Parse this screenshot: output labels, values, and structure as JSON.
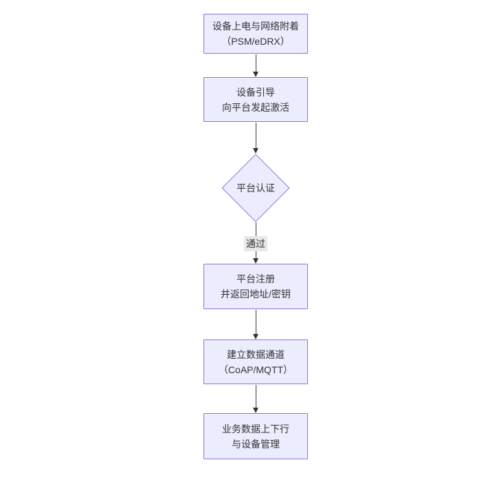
{
  "diagram": {
    "type": "flowchart-vertical",
    "colors": {
      "node_fill": "#ECECFF",
      "node_border": "#9370DB",
      "edge": "#333333",
      "text": "#333333",
      "edge_label_bg": "#e8e8e8",
      "background": "#ffffff"
    },
    "nodes": [
      {
        "id": "power-attach",
        "shape": "rect",
        "lines": [
          "设备上电与网络附着",
          "（PSM/eDRX）"
        ]
      },
      {
        "id": "bootstrap",
        "shape": "rect",
        "lines": [
          "设备引导",
          "向平台发起激活"
        ]
      },
      {
        "id": "auth",
        "shape": "diamond",
        "lines": [
          "平台认证"
        ]
      },
      {
        "id": "register",
        "shape": "rect",
        "lines": [
          "平台注册",
          "并返回地址/密钥"
        ]
      },
      {
        "id": "data-channel",
        "shape": "rect",
        "lines": [
          "建立数据通道",
          "（CoAP/MQTT）"
        ]
      },
      {
        "id": "business-data",
        "shape": "rect",
        "lines": [
          "业务数据上下行",
          "与设备管理"
        ]
      }
    ],
    "edges": [
      {
        "from": "power-attach",
        "to": "bootstrap",
        "label": ""
      },
      {
        "from": "bootstrap",
        "to": "auth",
        "label": ""
      },
      {
        "from": "auth",
        "to": "register",
        "label": "通过"
      },
      {
        "from": "register",
        "to": "data-channel",
        "label": ""
      },
      {
        "from": "data-channel",
        "to": "business-data",
        "label": ""
      }
    ]
  }
}
